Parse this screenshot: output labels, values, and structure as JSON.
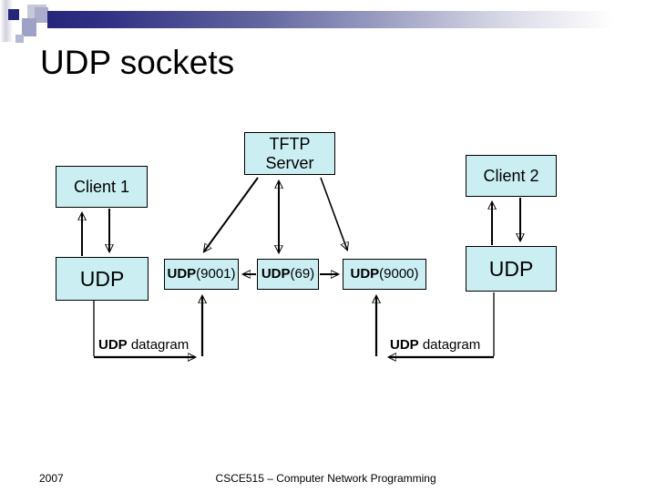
{
  "title": "UDP sockets",
  "colors": {
    "slide_background": "#ffffff",
    "box_fill": "#cbeef2",
    "box_border": "#000000",
    "header_bar_start": "#26267b",
    "header_bar_end": "#ffffff",
    "text": "#000000"
  },
  "diagram": {
    "boxes": {
      "tftp": {
        "line1": "TFTP",
        "line2": "Server"
      },
      "client1": {
        "label": "Client 1"
      },
      "client2": {
        "label": "Client 2"
      },
      "udp_left": {
        "label": "UDP"
      },
      "udp_right": {
        "label": "UDP"
      },
      "udp9001": {
        "bold": "UDP",
        "rest": "(9001)"
      },
      "udp69": {
        "bold": "UDP",
        "rest": "(69)"
      },
      "udp9000": {
        "bold": "UDP",
        "rest": "(9000)"
      }
    },
    "labels": {
      "datagram_left": {
        "bold": "UDP",
        "rest": " datagram"
      },
      "datagram_right": {
        "bold": "UDP",
        "rest": " datagram"
      }
    },
    "edges": [
      {
        "from": "client1",
        "to": "udp_left",
        "style": "pair of vertical arrows (up and down)"
      },
      {
        "from": "client2",
        "to": "udp_right",
        "style": "pair of vertical arrows (up and down)"
      },
      {
        "from": "tftp",
        "to": "udp69",
        "style": "vertical double-headed arrow"
      },
      {
        "from": "tftp",
        "to": "udp9001",
        "style": "diagonal arrow down-left"
      },
      {
        "from": "tftp",
        "to": "udp9000",
        "style": "diagonal arrow down-right"
      },
      {
        "from": "udp69",
        "to": "udp9001",
        "style": "horizontal arrow pointing left"
      },
      {
        "from": "udp69",
        "to": "udp9000",
        "style": "horizontal arrow pointing right"
      },
      {
        "from": "udp_left",
        "to": "udp9001",
        "style": "elbow connector labeled UDP datagram"
      },
      {
        "from": "udp_right",
        "to": "udp9000",
        "style": "elbow connector labeled UDP datagram"
      }
    ]
  },
  "footer": {
    "year": "2007",
    "course": "CSCE515 – Computer Network Programming"
  }
}
